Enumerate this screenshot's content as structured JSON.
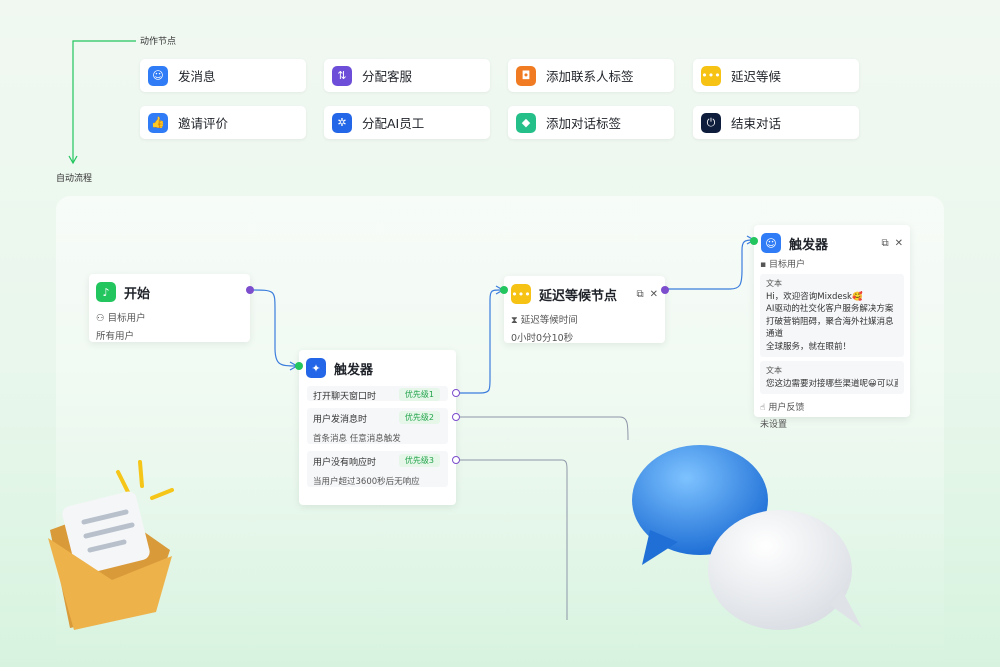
{
  "labels": {
    "action_nodes": "动作节点",
    "auto_flow": "自动流程"
  },
  "actions": [
    {
      "label": "发消息",
      "icon": "chat-icon",
      "color": "#2f7cf6"
    },
    {
      "label": "分配客服",
      "icon": "transfer-icon",
      "color": "#6c4ed9"
    },
    {
      "label": "添加联系人标签",
      "icon": "contact-tag-icon",
      "color": "#f07b22"
    },
    {
      "label": "延迟等候",
      "icon": "dots-icon",
      "color": "#f6c213"
    },
    {
      "label": "邀请评价",
      "icon": "thumb-up-icon",
      "color": "#2f7cf6"
    },
    {
      "label": "分配AI员工",
      "icon": "ai-icon",
      "color": "#2466e8"
    },
    {
      "label": "添加对话标签",
      "icon": "tag-icon",
      "color": "#25c08a"
    },
    {
      "label": "结束对话",
      "icon": "power-icon",
      "color": "#0f1d3d"
    }
  ],
  "start_node": {
    "title": "开始",
    "target_label": "目标用户",
    "target_value": "所有用户"
  },
  "trigger_node": {
    "title": "触发器",
    "rows": [
      {
        "label": "打开聊天窗口时",
        "priority": "优先级1",
        "detail": ""
      },
      {
        "label": "用户发消息时",
        "priority": "优先级2",
        "detail": "首条消息 任意消息触发"
      },
      {
        "label": "用户没有响应时",
        "priority": "优先级3",
        "detail": "当用户超过3600秒后无响应"
      }
    ]
  },
  "delay_node": {
    "title": "延迟等候节点",
    "field": "延迟等候时间",
    "value": "0小时0分10秒"
  },
  "message_node": {
    "title": "触发器",
    "target_label": "目标用户",
    "text1_label": "文本",
    "text1_line1": "Hi，欢迎咨询Mixdesk🥰",
    "text1_line2": "AI驱动的社交化客户服务解决方案",
    "text1_line3": "打破营销阻碍，聚合海外社媒消息通道",
    "text1_line4": "全球服务，就在眼前！",
    "text2_label": "文本",
    "text2_line1": "您这边需要对接哪些渠道呢😀可以直...",
    "feedback_label": "用户反馈",
    "feedback_value": "未设置"
  },
  "colors": {
    "green": "#22c55e",
    "purple": "#7c4dcc",
    "blue_line": "#3b7ddd"
  }
}
